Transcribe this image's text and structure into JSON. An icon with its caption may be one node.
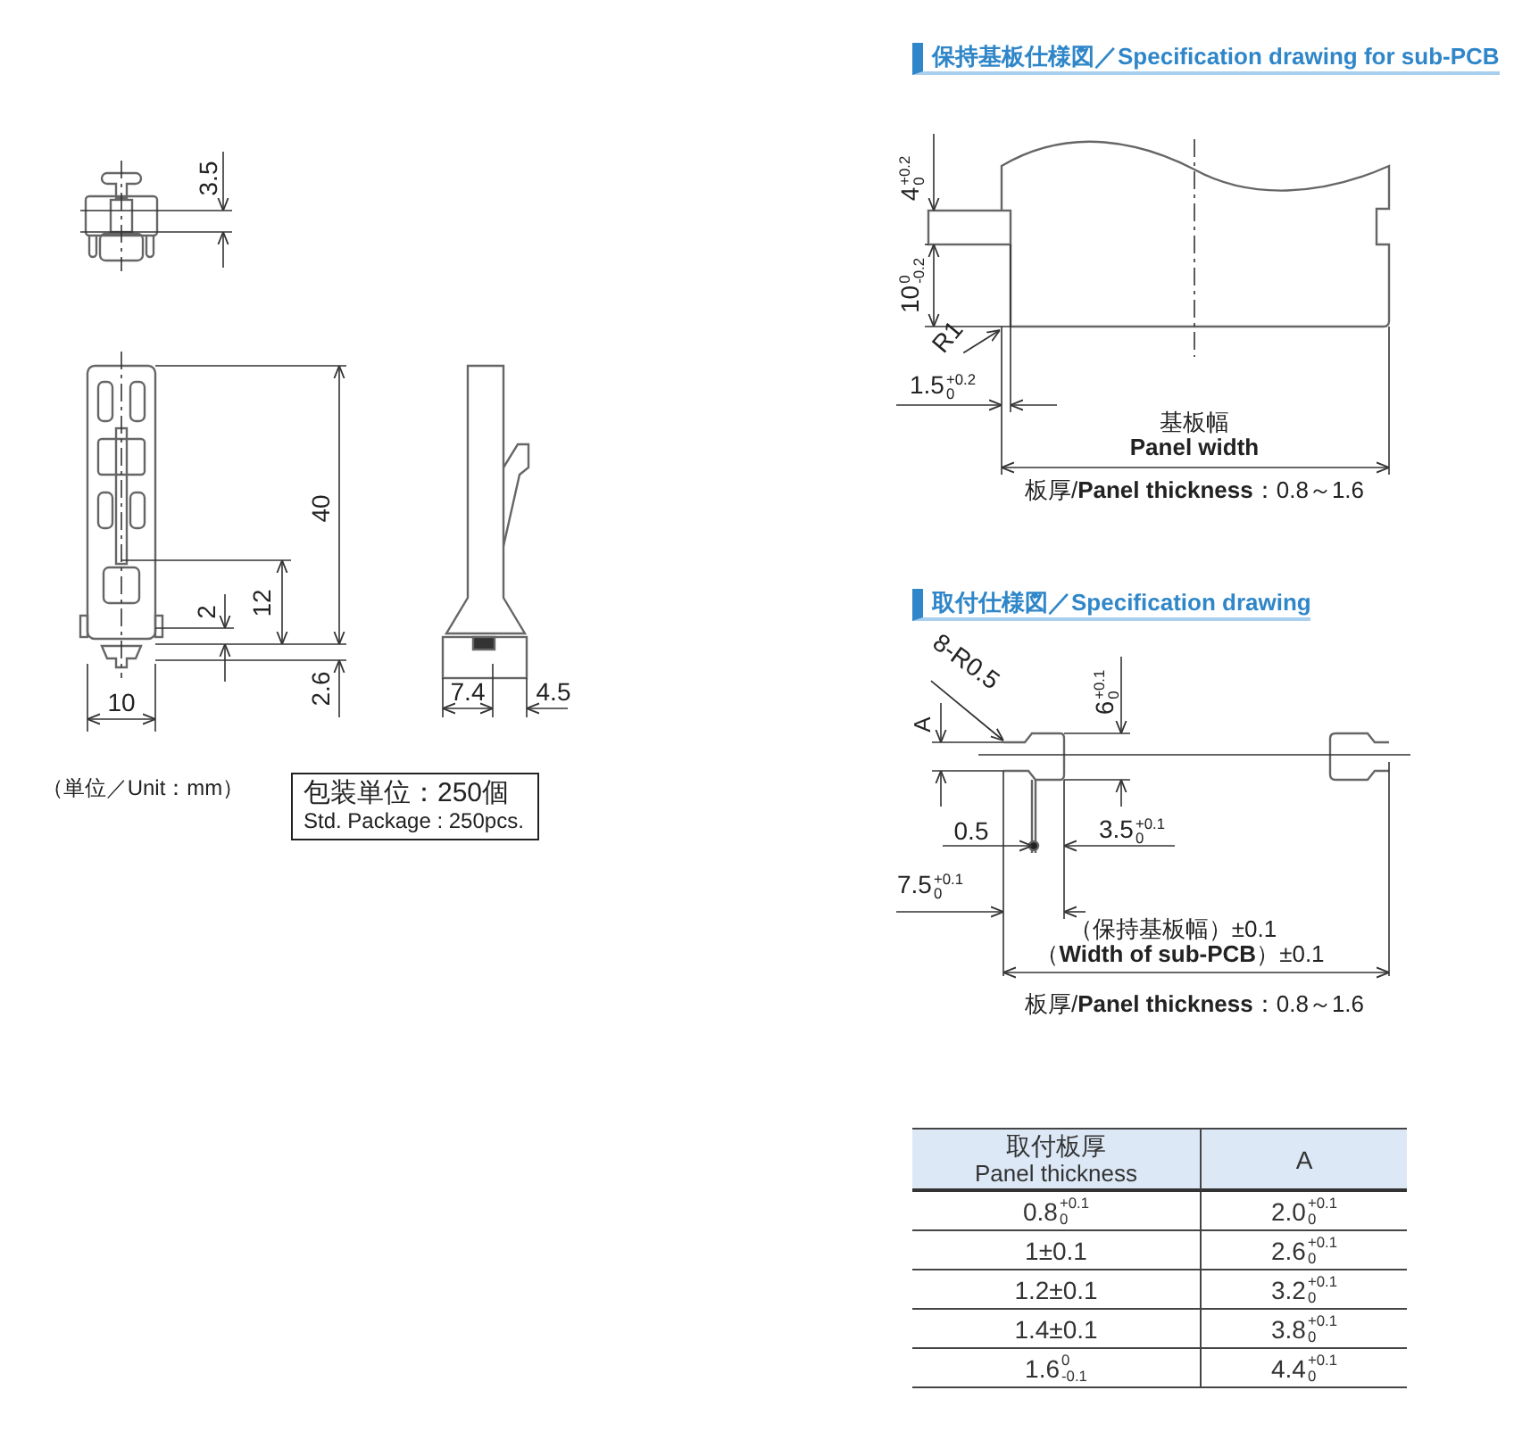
{
  "diagram": {
    "nodes": [
      {
        "text": [
          "包装単位：250個",
          "Std. Package : 250pcs."
        ]
      },
      {
        "text": [
          "R1"
        ]
      },
      {
        "text": [
          "8-R0.5"
        ]
      },
      {
        "text": [],
        "shape": "picture"
      }
    ],
    "edges": [
      {
        "from": 1,
        "to": null,
        "arrow": "to"
      },
      {
        "from": 2,
        "to": 3,
        "arrow": "to"
      }
    ],
    "labels": [
      "3.5",
      "40",
      "12",
      "2",
      "2.6",
      "10",
      "7.4",
      "4.5",
      "（単位／Unit：mm）",
      "保持基板仕様図／Specification drawing for sub-PCB",
      "4$^{+0.2}$$_{0}$",
      "10$^{0}$$_{-0.2}$",
      "1.5$^{+0.2}$$_{0}$",
      "基板幅",
      "Panel width",
      "板厚/**Panel thickness**：0.8～1.6",
      "取付仕様図／Specification drawing",
      "A",
      "6$^{+0.1}$$_{0}$",
      "0.5",
      "3.5$^{+0.1}$$_{0}$",
      "7.5$^{+0.1}$$_{0}$",
      "（保持基板幅）±0.1",
      "（**Width of sub-PCB**）±0.1",
      "板厚/**Panel thickness**：0.8～1.6",
      "取付板厚",
      "Panel thickness",
      "A",
      "0.8$^{+0.1}$$_{0}$",
      "2.0$^{+0.1}$$_{0}$",
      "1±0.1",
      "2.6$^{+0.1}$$_{0}$",
      "1.2±0.1",
      "3.2$^{+0.1}$$_{0}$",
      "1.4±0.1",
      "3.8$^{+0.1}$$_{0}$",
      "1.6$^{0}$$_{-0.1}$",
      "4.4$^{+0.1}$$_{0}$"
    ]
  }
}
